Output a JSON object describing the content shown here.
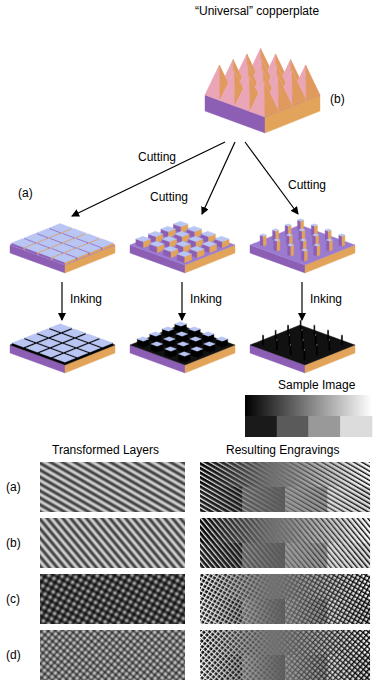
{
  "diagram": {
    "labels": [
      "“Universal” copperplate",
      "(b)",
      "(a)",
      "Cutting",
      "Cutting",
      "Cutting",
      "Inking",
      "Inking",
      "Inking",
      "Sample Image",
      "Transformed Layers",
      "Resulting Engravings",
      "(a)",
      "(b)",
      "(c)",
      "(d)"
    ]
  }
}
